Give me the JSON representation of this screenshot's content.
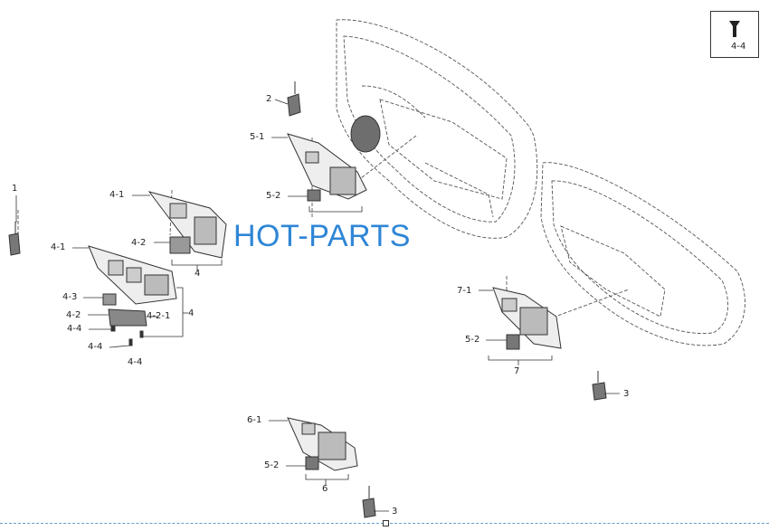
{
  "watermark": "HOT-PARTS",
  "legend": {
    "label": "4-4",
    "icon": "screw-icon"
  },
  "callouts": {
    "c1": "1",
    "c2": "2",
    "c3a": "3",
    "c3b": "3",
    "c4_1a": "4-1",
    "c4_1b": "4-1",
    "c4_2a": "4-2",
    "c4_2b": "4-2",
    "c4_2_1": "4-2-1",
    "c4_3": "4-3",
    "c4_4a": "4-4",
    "c4_4b": "4-4",
    "c4_4c": "4-4",
    "c4a": "4",
    "c4b": "4",
    "c5_1": "5-1",
    "c5_2a": "5-2",
    "c5_2b": "5-2",
    "c5_2c": "5-2",
    "c6_1": "6-1",
    "c6": "6",
    "c7_1": "7-1",
    "c7": "7"
  }
}
